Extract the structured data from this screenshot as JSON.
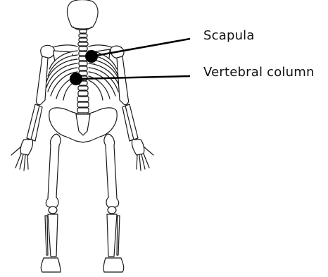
{
  "diagram": {
    "subject": "human skeleton posterior view",
    "labels": [
      {
        "id": "scapula",
        "text": "Scapula"
      },
      {
        "id": "vertebral-column",
        "text": "Vertebral column"
      }
    ]
  },
  "colors": {
    "bone_fill": "#ffffff",
    "bone_stroke": "#1a1a1a",
    "pointer": "#000000",
    "label_text": "#111111"
  }
}
